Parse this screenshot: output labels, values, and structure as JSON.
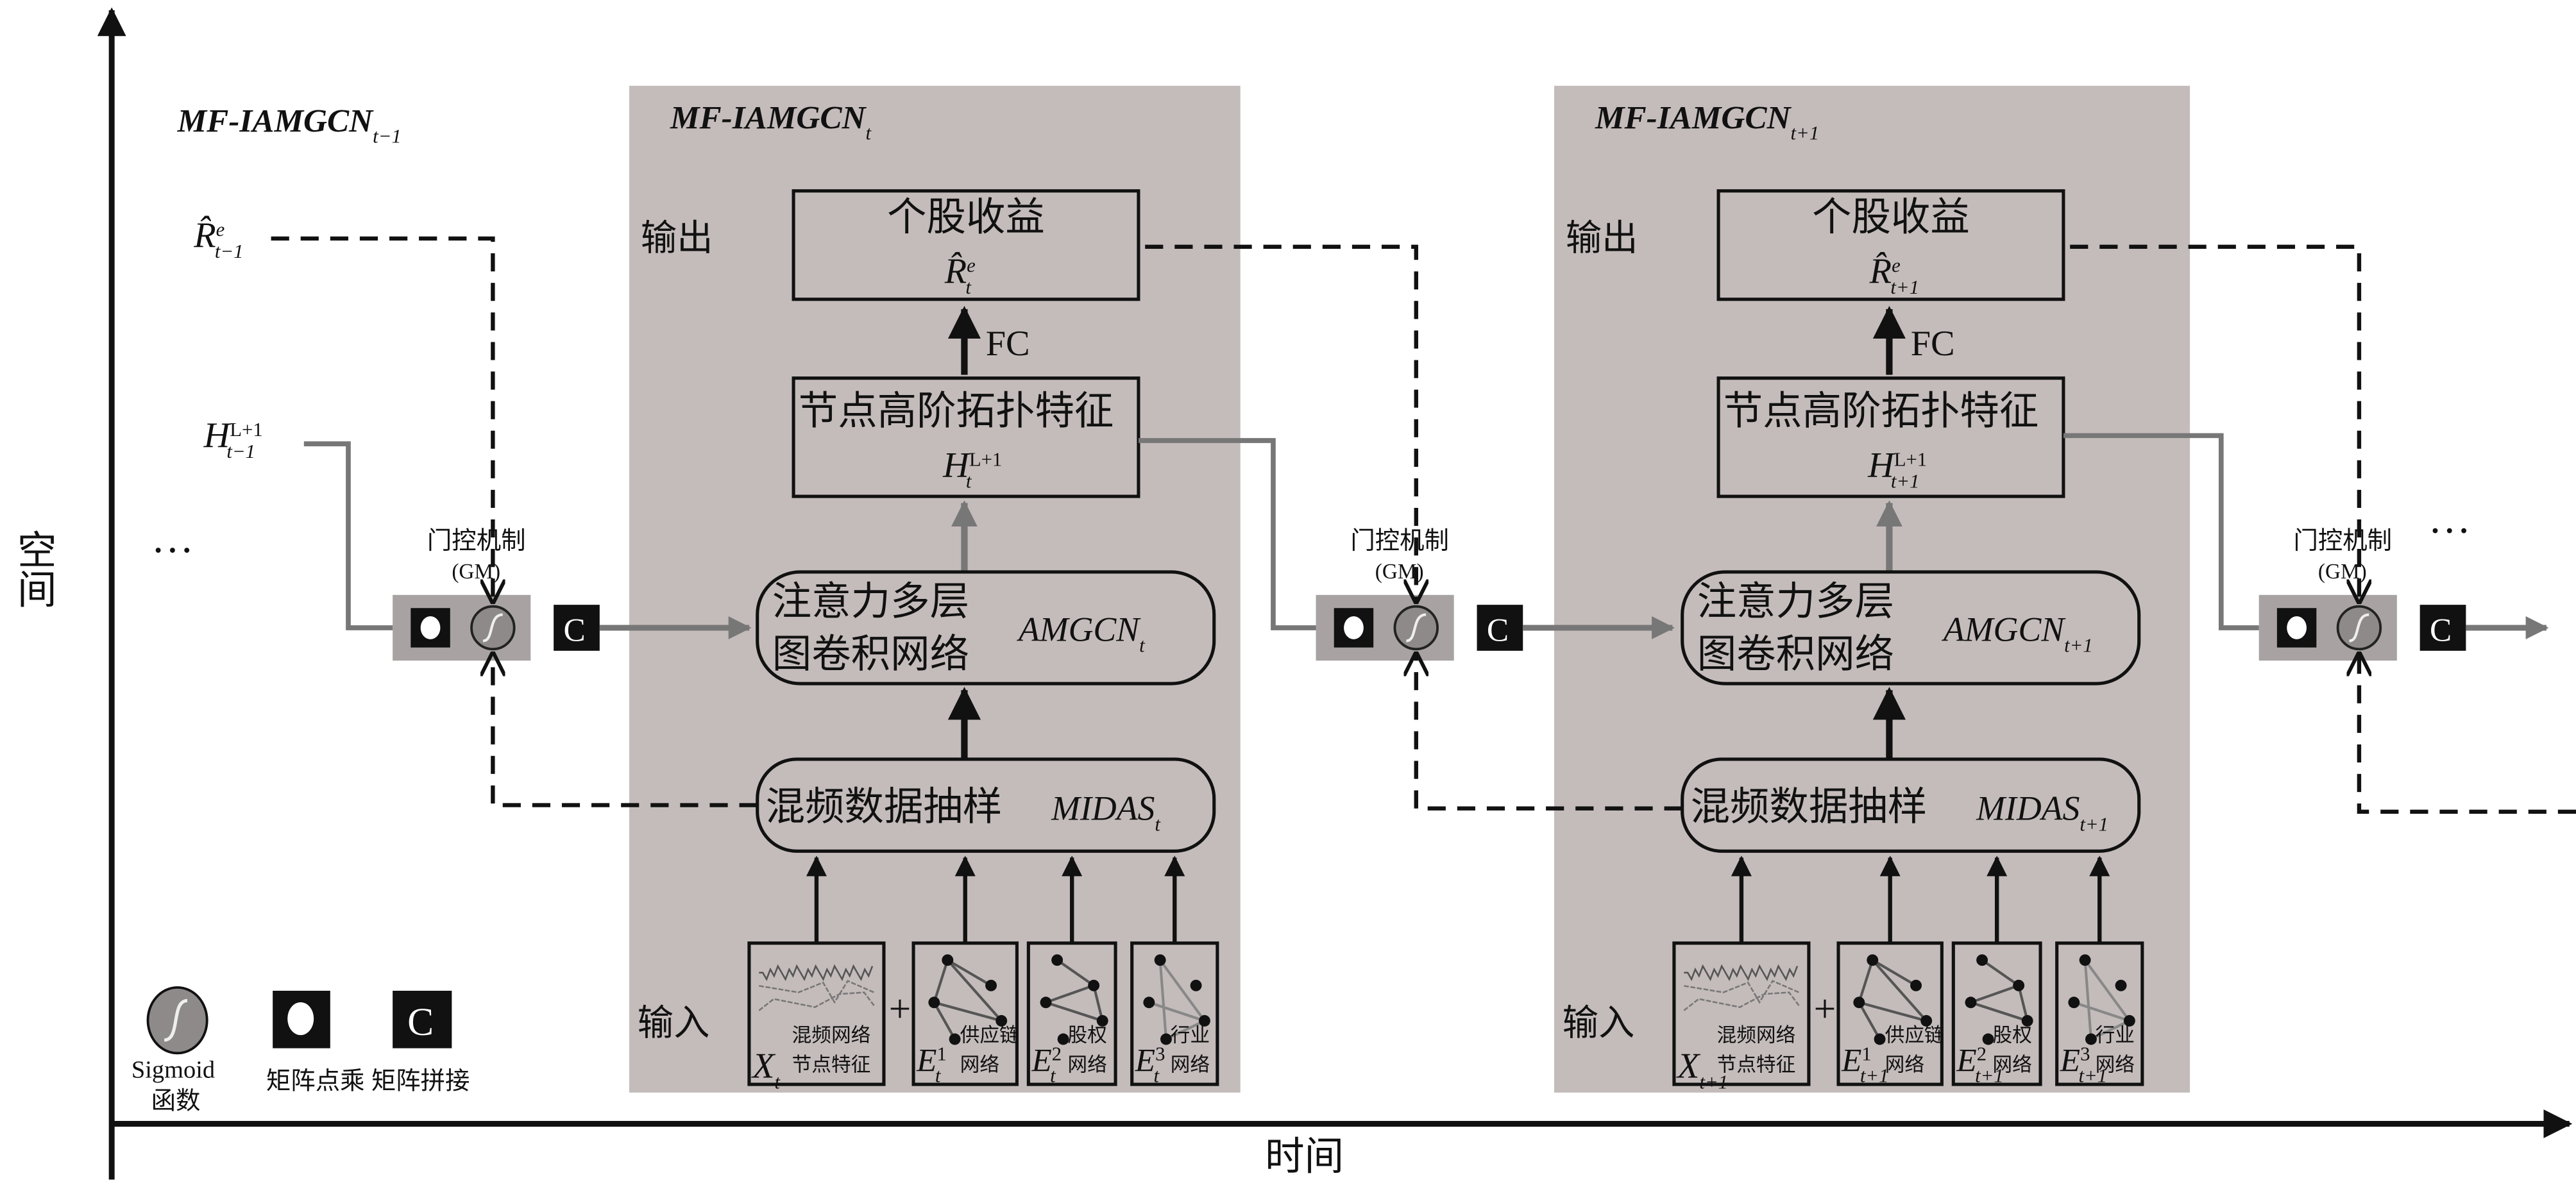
{
  "axes": {
    "y_label": "空间",
    "x_label": "时间"
  },
  "ellipsis": "…",
  "prev": {
    "title": "MF-IAMGCN",
    "title_sub": "t−1",
    "r_hat": "R̂",
    "r_sup": "e",
    "r_sub": "t−1",
    "h": "H",
    "h_sup": "L+1",
    "h_sub": "t−1"
  },
  "frames": [
    {
      "title": "MF-IAMGCN",
      "sub": "t",
      "output_label": "输出",
      "output_box": "个股收益",
      "r_hat": "R̂",
      "r_sup": "e",
      "fc": "FC",
      "feature_box": "节点高阶拓扑特征",
      "h": "H",
      "h_sup": "L+1",
      "amgcn_line1": "注意力多层",
      "amgcn_line2": "图卷积网络",
      "amgcn": "AMGCN",
      "midas_label": "混频数据抽样",
      "midas": "MIDAS",
      "input_label": "输入",
      "plus": "+",
      "inputs": [
        {
          "sym": "X",
          "sup": "",
          "label1": "混频网络",
          "label2": "节点特征"
        },
        {
          "sym": "E",
          "sup": "1",
          "label1": "供应链",
          "label2": "网络"
        },
        {
          "sym": "E",
          "sup": "2",
          "label1": "股权",
          "label2": "网络"
        },
        {
          "sym": "E",
          "sup": "3",
          "label1": "行业",
          "label2": "网络"
        }
      ]
    },
    {
      "title": "MF-IAMGCN",
      "sub": "t+1",
      "output_label": "输出",
      "output_box": "个股收益",
      "r_hat": "R̂",
      "r_sup": "e",
      "fc": "FC",
      "feature_box": "节点高阶拓扑特征",
      "h": "H",
      "h_sup": "L+1",
      "amgcn_line1": "注意力多层",
      "amgcn_line2": "图卷积网络",
      "amgcn": "AMGCN",
      "midas_label": "混频数据抽样",
      "midas": "MIDAS",
      "input_label": "输入",
      "plus": "+",
      "inputs": [
        {
          "sym": "X",
          "sup": "",
          "label1": "混频网络",
          "label2": "节点特征"
        },
        {
          "sym": "E",
          "sup": "1",
          "label1": "供应链",
          "label2": "网络"
        },
        {
          "sym": "E",
          "sup": "2",
          "label1": "股权",
          "label2": "网络"
        },
        {
          "sym": "E",
          "sup": "3",
          "label1": "行业",
          "label2": "网络"
        }
      ]
    }
  ],
  "gate": {
    "label": "门控机制",
    "abbr": "(GM)",
    "concat": "C"
  },
  "legend": {
    "sigmoid": "Sigmoid",
    "sigmoid2": "函数",
    "dot": "矩阵点乘",
    "concat": "矩阵拼接",
    "concat_symbol": "C"
  },
  "colors": {
    "frame_bg": "#c4bcbb",
    "gate_bg": "#a8a2a2",
    "sigmoid": "#8f8a8a",
    "gray_line": "#777777"
  }
}
